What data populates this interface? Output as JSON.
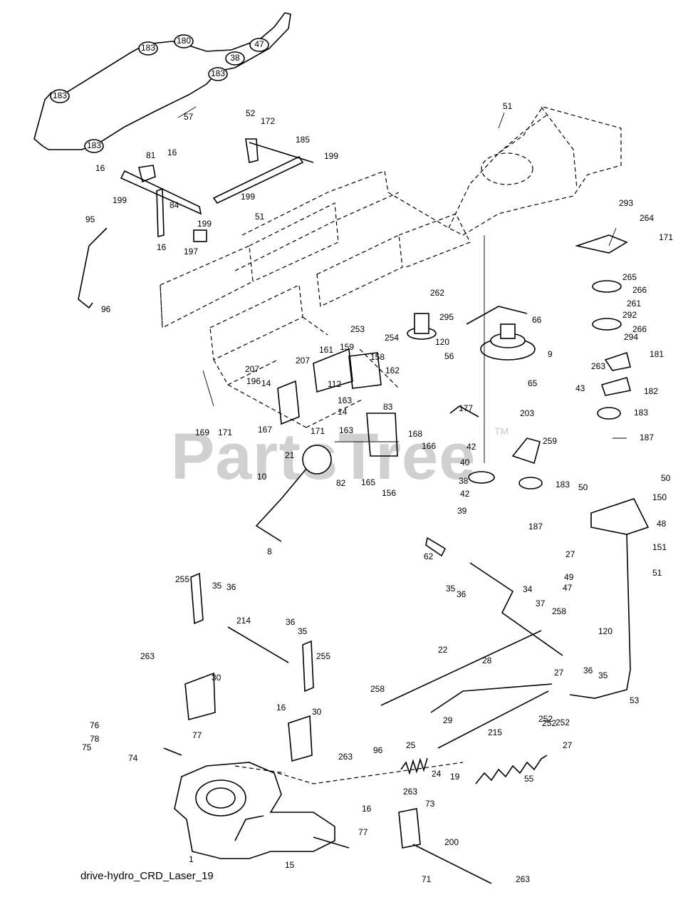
{
  "watermark": {
    "text": "PartsTree",
    "tm": "TM"
  },
  "caption": "drive-hydro_CRD_Laser_19",
  "belt_labels": [
    "183",
    "183",
    "180",
    "47",
    "38",
    "183",
    "183",
    "183"
  ],
  "callouts": [
    {
      "id": "57"
    },
    {
      "id": "52"
    },
    {
      "id": "172"
    },
    {
      "id": "185"
    },
    {
      "id": "199"
    },
    {
      "id": "81"
    },
    {
      "id": "16"
    },
    {
      "id": "16"
    },
    {
      "id": "199"
    },
    {
      "id": "84"
    },
    {
      "id": "199"
    },
    {
      "id": "51"
    },
    {
      "id": "199"
    },
    {
      "id": "95"
    },
    {
      "id": "16"
    },
    {
      "id": "197"
    },
    {
      "id": "96"
    },
    {
      "id": "51"
    },
    {
      "id": "293"
    },
    {
      "id": "264"
    },
    {
      "id": "171"
    },
    {
      "id": "265"
    },
    {
      "id": "266"
    },
    {
      "id": "261"
    },
    {
      "id": "292"
    },
    {
      "id": "266"
    },
    {
      "id": "294"
    },
    {
      "id": "262"
    },
    {
      "id": "295"
    },
    {
      "id": "120"
    },
    {
      "id": "56"
    },
    {
      "id": "66"
    },
    {
      "id": "9"
    },
    {
      "id": "181"
    },
    {
      "id": "263"
    },
    {
      "id": "253"
    },
    {
      "id": "254"
    },
    {
      "id": "161"
    },
    {
      "id": "159"
    },
    {
      "id": "158"
    },
    {
      "id": "207"
    },
    {
      "id": "207"
    },
    {
      "id": "162"
    },
    {
      "id": "196"
    },
    {
      "id": "14"
    },
    {
      "id": "112"
    },
    {
      "id": "163"
    },
    {
      "id": "14"
    },
    {
      "id": "65"
    },
    {
      "id": "43"
    },
    {
      "id": "182"
    },
    {
      "id": "203"
    },
    {
      "id": "183"
    },
    {
      "id": "177"
    },
    {
      "id": "83"
    },
    {
      "id": "169"
    },
    {
      "id": "171"
    },
    {
      "id": "167"
    },
    {
      "id": "171"
    },
    {
      "id": "163"
    },
    {
      "id": "168"
    },
    {
      "id": "187"
    },
    {
      "id": "42"
    },
    {
      "id": "166"
    },
    {
      "id": "259"
    },
    {
      "id": "21"
    },
    {
      "id": "40"
    },
    {
      "id": "10"
    },
    {
      "id": "82"
    },
    {
      "id": "165"
    },
    {
      "id": "156"
    },
    {
      "id": "38"
    },
    {
      "id": "183"
    },
    {
      "id": "50"
    },
    {
      "id": "50"
    },
    {
      "id": "42"
    },
    {
      "id": "150"
    },
    {
      "id": "39"
    },
    {
      "id": "187"
    },
    {
      "id": "8"
    },
    {
      "id": "48"
    },
    {
      "id": "27"
    },
    {
      "id": "151"
    },
    {
      "id": "62"
    },
    {
      "id": "49"
    },
    {
      "id": "51"
    },
    {
      "id": "255"
    },
    {
      "id": "35"
    },
    {
      "id": "36"
    },
    {
      "id": "35"
    },
    {
      "id": "36"
    },
    {
      "id": "34"
    },
    {
      "id": "47"
    },
    {
      "id": "37"
    },
    {
      "id": "258"
    },
    {
      "id": "214"
    },
    {
      "id": "120"
    },
    {
      "id": "36"
    },
    {
      "id": "35"
    },
    {
      "id": "263"
    },
    {
      "id": "22"
    },
    {
      "id": "28"
    },
    {
      "id": "36"
    },
    {
      "id": "35"
    },
    {
      "id": "255"
    },
    {
      "id": "27"
    },
    {
      "id": "30"
    },
    {
      "id": "258"
    },
    {
      "id": "53"
    },
    {
      "id": "29"
    },
    {
      "id": "252"
    },
    {
      "id": "252"
    },
    {
      "id": "16"
    },
    {
      "id": "30"
    },
    {
      "id": "215"
    },
    {
      "id": "27"
    },
    {
      "id": "76"
    },
    {
      "id": "77"
    },
    {
      "id": "252"
    },
    {
      "id": "78"
    },
    {
      "id": "25"
    },
    {
      "id": "75"
    },
    {
      "id": "96"
    },
    {
      "id": "263"
    },
    {
      "id": "74"
    },
    {
      "id": "24"
    },
    {
      "id": "19"
    },
    {
      "id": "55"
    },
    {
      "id": "263"
    },
    {
      "id": "73"
    },
    {
      "id": "16"
    },
    {
      "id": "1"
    },
    {
      "id": "77"
    },
    {
      "id": "200"
    },
    {
      "id": "15"
    },
    {
      "id": "71"
    },
    {
      "id": "263"
    }
  ]
}
